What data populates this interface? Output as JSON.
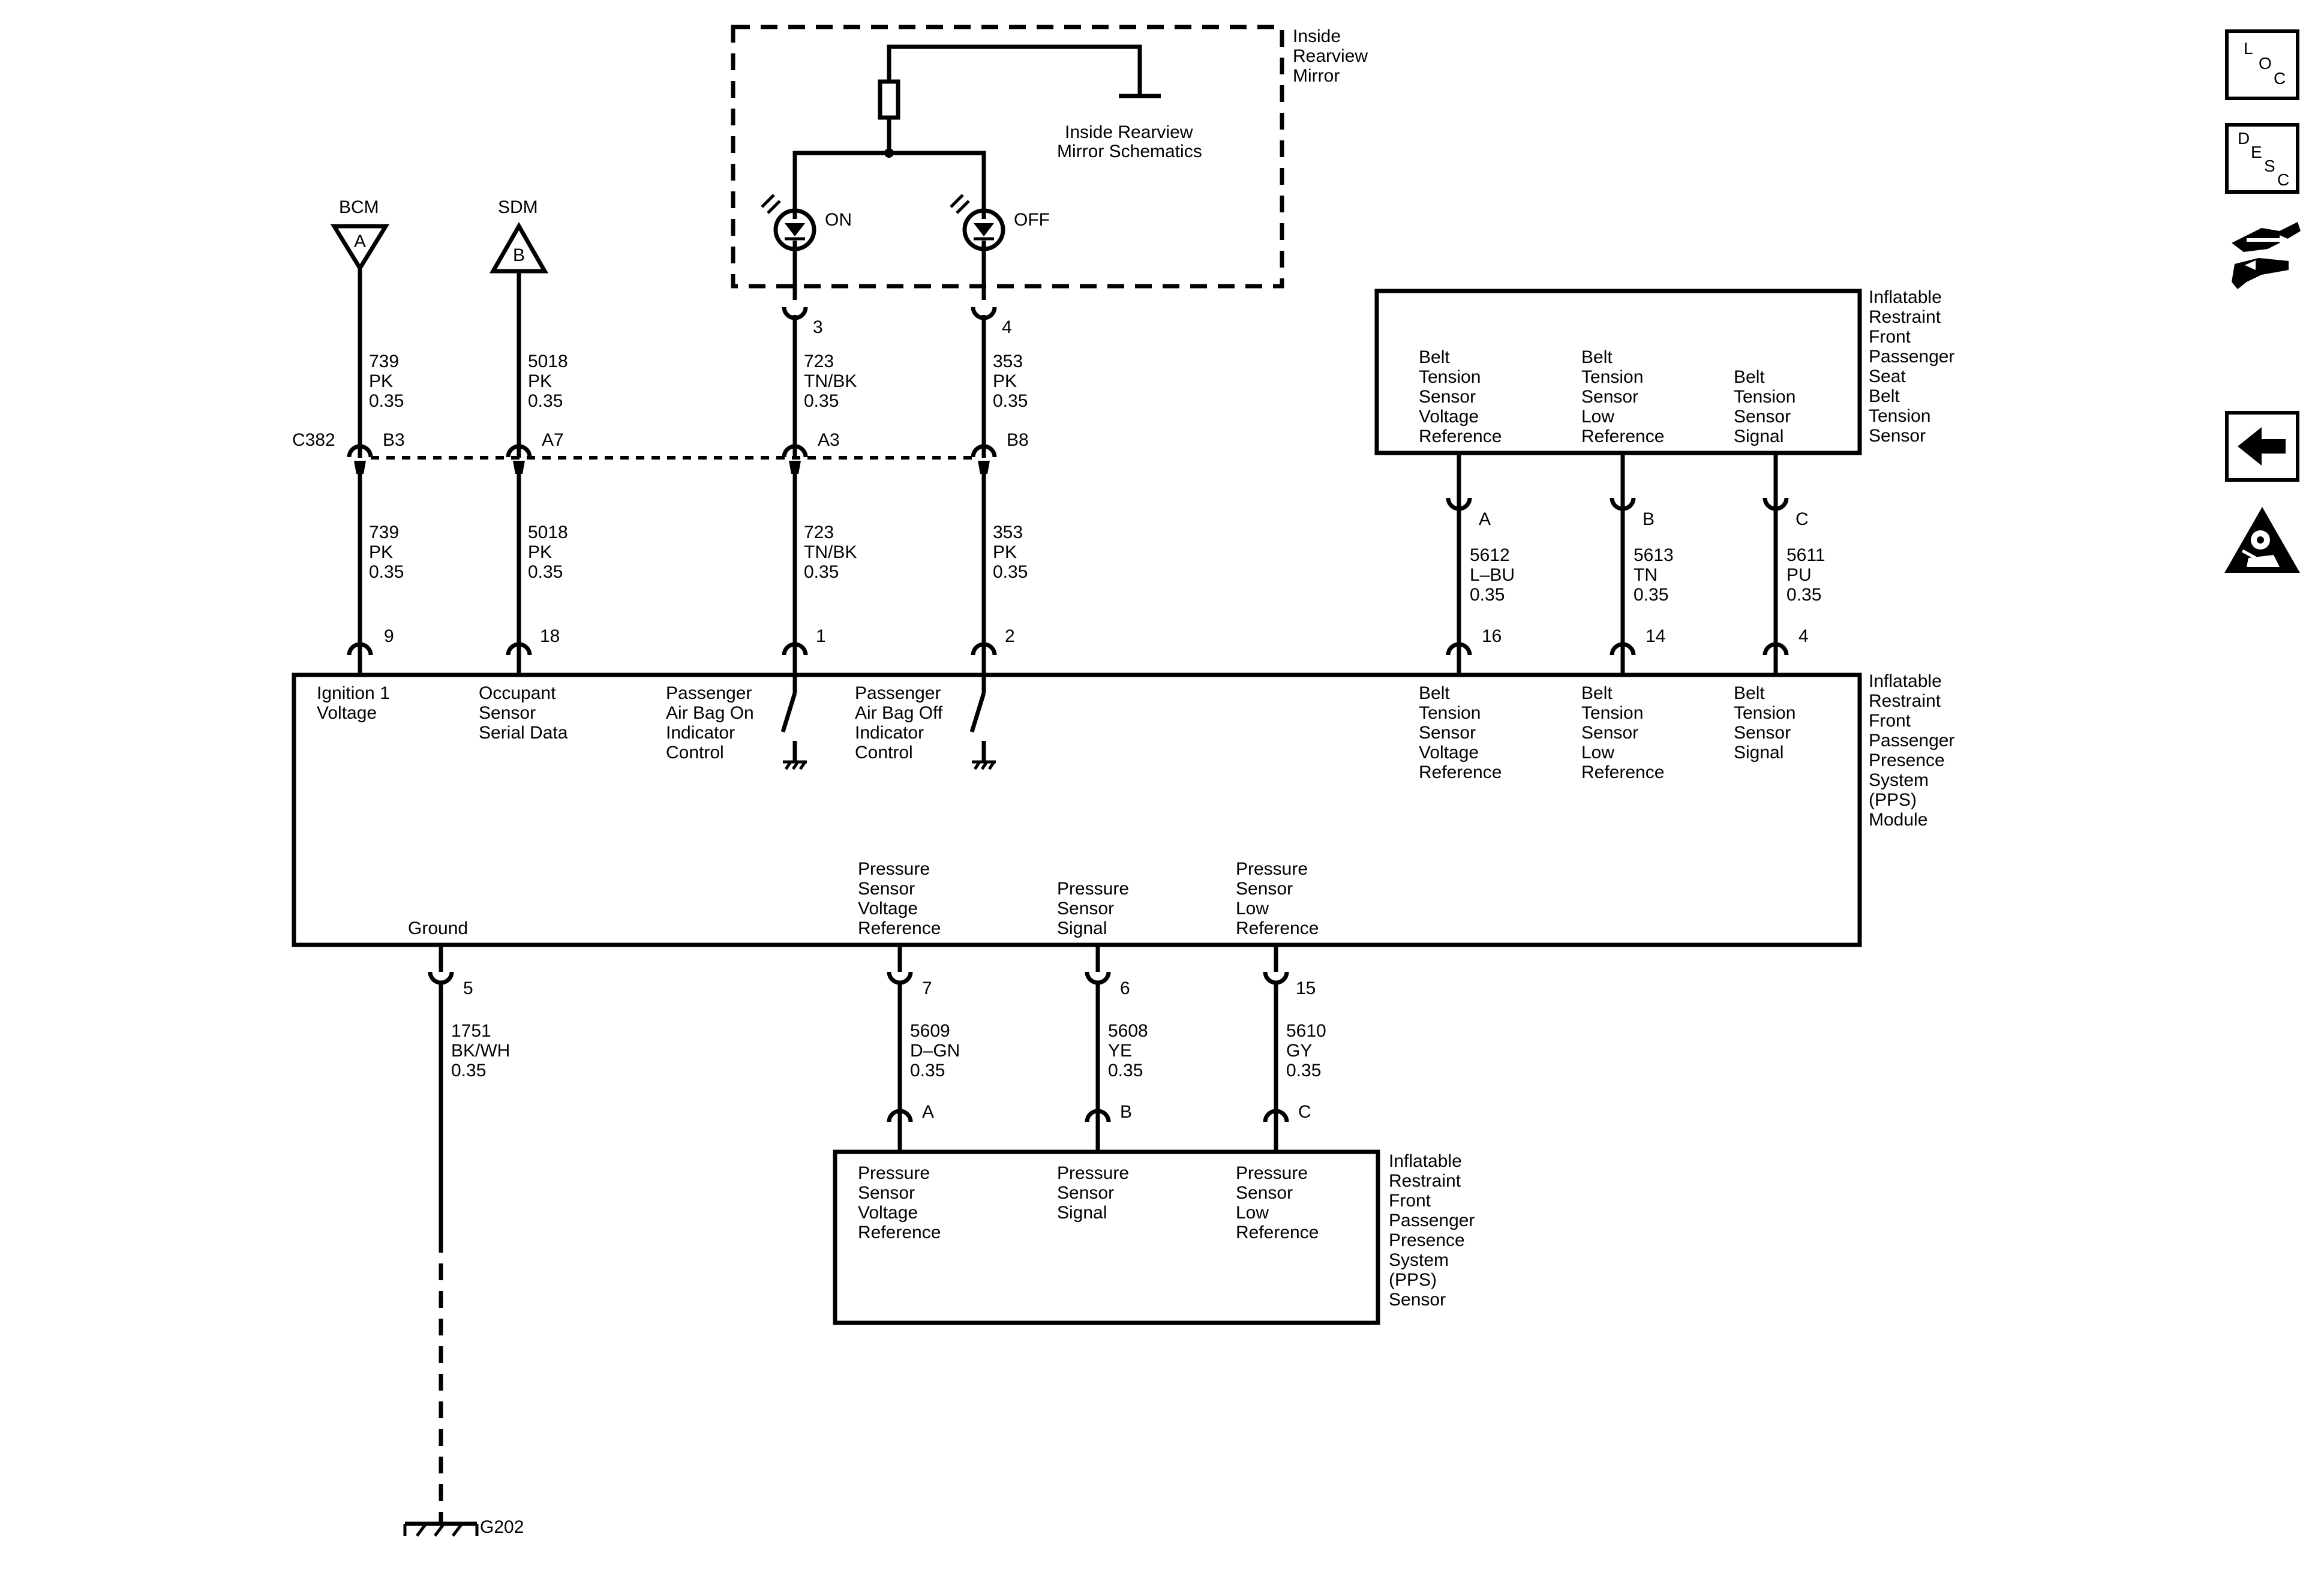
{
  "c382": "C382",
  "bcm": {
    "name": "BCM",
    "pin": "A"
  },
  "sdm": {
    "name": "SDM",
    "pin": "B"
  },
  "mirror": {
    "title": [
      "Inside",
      "Rearview",
      "Mirror"
    ],
    "schematics": [
      "Inside Rearview",
      "Mirror Schematics"
    ],
    "on": "ON",
    "off": "OFF"
  },
  "wires": {
    "bcm_up": [
      "739",
      "PK",
      "0.35"
    ],
    "bcm_low": [
      "739",
      "PK",
      "0.35"
    ],
    "sdm_up": [
      "5018",
      "PK",
      "0.35"
    ],
    "sdm_low": [
      "5018",
      "PK",
      "0.35"
    ],
    "on_up": [
      "723",
      "TN/BK",
      "0.35"
    ],
    "on_low": [
      "723",
      "TN/BK",
      "0.35"
    ],
    "off_up": [
      "353",
      "PK",
      "0.35"
    ],
    "off_low": [
      "353",
      "PK",
      "0.35"
    ],
    "belt_a": [
      "5612",
      "L–BU",
      "0.35"
    ],
    "belt_b": [
      "5613",
      "TN",
      "0.35"
    ],
    "belt_c": [
      "5611",
      "PU",
      "0.35"
    ],
    "ground": [
      "1751",
      "BK/WH",
      "0.35"
    ],
    "press_a": [
      "5609",
      "D–GN",
      "0.35"
    ],
    "press_b": [
      "5608",
      "YE",
      "0.35"
    ],
    "press_c": [
      "5610",
      "GY",
      "0.35"
    ]
  },
  "pins": {
    "mirror_on": "3",
    "mirror_off": "4",
    "c382_bcm": "B3",
    "c382_sdm": "A7",
    "c382_on": "A3",
    "c382_off": "B8",
    "mod_ign": "9",
    "mod_serial": "18",
    "mod_on": "1",
    "mod_off": "2",
    "mod_belt_vref": "16",
    "mod_belt_low": "14",
    "mod_belt_sig": "4",
    "mod_ground": "5",
    "mod_press_vref": "7",
    "mod_press_sig": "6",
    "mod_press_low": "15",
    "belt_a": "A",
    "belt_b": "B",
    "belt_c": "C",
    "press_a": "A",
    "press_b": "B",
    "press_c": "C"
  },
  "module": {
    "title": [
      "Inflatable",
      "Restraint",
      "Front",
      "Passenger",
      "Presence",
      "System",
      "(PPS)",
      "Module"
    ],
    "ignition": [
      "Ignition 1",
      "Voltage"
    ],
    "serial": [
      "Occupant",
      "Sensor",
      "Serial Data"
    ],
    "airbag_on": [
      "Passenger",
      "Air Bag On",
      "Indicator",
      "Control"
    ],
    "airbag_off": [
      "Passenger",
      "Air Bag Off",
      "Indicator",
      "Control"
    ],
    "belt_vref": [
      "Belt",
      "Tension",
      "Sensor",
      "Voltage",
      "Reference"
    ],
    "belt_low": [
      "Belt",
      "Tension",
      "Sensor",
      "Low",
      "Reference"
    ],
    "belt_sig": [
      "Belt",
      "Tension",
      "Sensor",
      "Signal"
    ],
    "ground": "Ground",
    "press_vref": [
      "Pressure",
      "Sensor",
      "Voltage",
      "Reference"
    ],
    "press_sig": [
      "Pressure",
      "Sensor",
      "Signal"
    ],
    "press_low": [
      "Pressure",
      "Sensor",
      "Low",
      "Reference"
    ]
  },
  "belt_sensor": {
    "title": [
      "Inflatable",
      "Restraint",
      "Front",
      "Passenger",
      "Seat",
      "Belt",
      "Tension",
      "Sensor"
    ],
    "vref": [
      "Belt",
      "Tension",
      "Sensor",
      "Voltage",
      "Reference"
    ],
    "low": [
      "Belt",
      "Tension",
      "Sensor",
      "Low",
      "Reference"
    ],
    "sig": [
      "Belt",
      "Tension",
      "Sensor",
      "Signal"
    ]
  },
  "pps_sensor": {
    "title": [
      "Inflatable",
      "Restraint",
      "Front",
      "Passenger",
      "Presence",
      "System",
      "(PPS)",
      "Sensor"
    ],
    "vref": [
      "Pressure",
      "Sensor",
      "Voltage",
      "Reference"
    ],
    "sig": [
      "Pressure",
      "Sensor",
      "Signal"
    ],
    "low": [
      "Pressure",
      "Sensor",
      "Low",
      "Reference"
    ]
  },
  "ground_name": "G202",
  "nav": {
    "loc": [
      "L",
      "O",
      "C"
    ],
    "desc": [
      "D",
      "E",
      "S",
      "C"
    ],
    "icons": [
      "connector-end-view-icon",
      "back-arrow-icon",
      "caution-icon"
    ]
  }
}
